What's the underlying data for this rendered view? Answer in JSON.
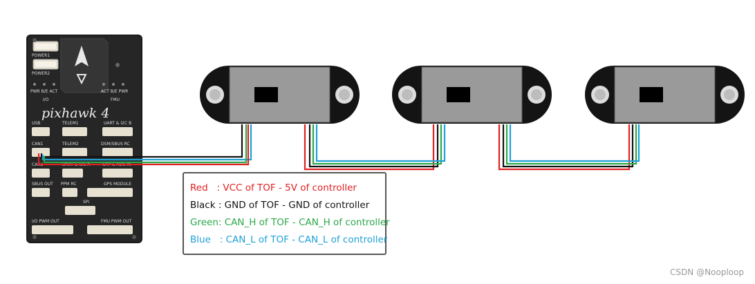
{
  "controller": {
    "logo": "pixhawk 4",
    "port_labels": {
      "power1": "POWER1",
      "power2": "POWER2",
      "io_leds": "PWR  B/E  ACT",
      "io": "I/O",
      "fmu_leds": "ACT  B/E  PWR",
      "fmu": "FMU",
      "usb": "USB",
      "telem1": "TELEM1",
      "uart_i2c_b": "UART & I2C B",
      "can1": "CAN1",
      "telem2": "TELEM2",
      "dsm_sbus_rc": "DSM/SBUS RC",
      "can2": "CAN2",
      "gps_i2c_a": "UART & I2C A",
      "cap_adc_in": "CAP & ADC IN",
      "sbus_out": "SBUS OUT",
      "ppm_rc": "PPM RC",
      "gps_module": "GPS MODULE",
      "spi": "SPI",
      "io_pwm_out": "I/O PWM OUT",
      "fmu_pwm_out": "FMU PWM OUT"
    }
  },
  "legend": {
    "red": "Red   : VCC of TOF - 5V of controller",
    "black": "Black : GND of TOF - GND of controller",
    "green": "Green: CAN_H of TOF - CAN_H of controller",
    "blue": "Blue   : CAN_L of TOF - CAN_L of controller"
  },
  "colors": {
    "red": "#e02020",
    "black": "#111111",
    "green": "#2aa84a",
    "blue": "#1ea0d8"
  },
  "watermark": "CSDN @Nooploop"
}
